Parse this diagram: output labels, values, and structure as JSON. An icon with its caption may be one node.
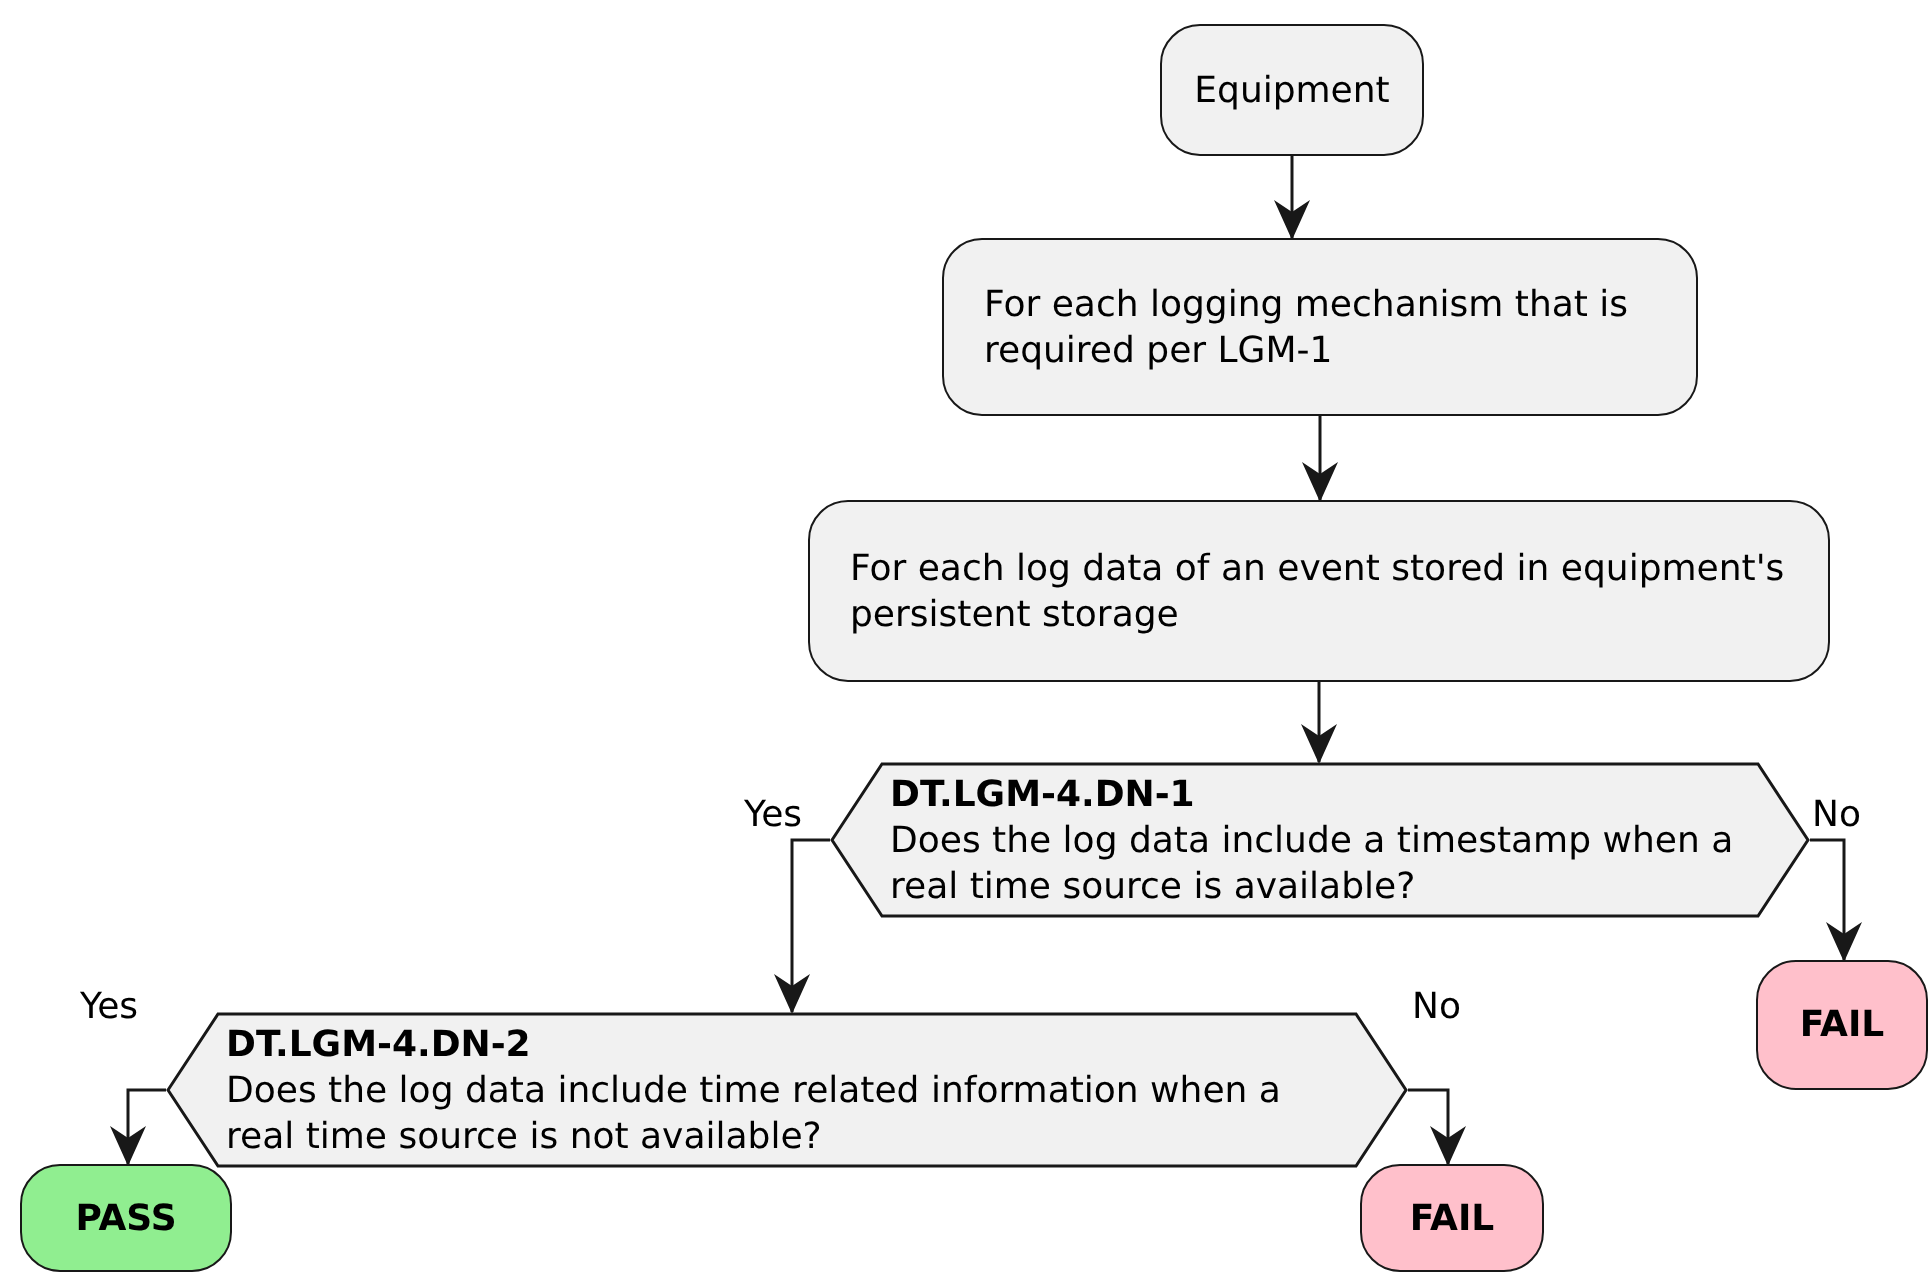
{
  "diagram": {
    "nodes": [
      {
        "text": [
          "Equipment"
        ]
      },
      {
        "text": [
          "For each logging mechanism that is required per LGM-1"
        ]
      },
      {
        "text": [
          "For each log data of an event stored in equipment's persistent storage"
        ]
      },
      {
        "text": [
          "DT.LGM-4.DN-1",
          "Does the log data include a timestamp when a real time source is available?"
        ]
      },
      {
        "text": [
          "DT.LGM-4.DN-2",
          "Does the log data include time related information when a real time source is not available?"
        ]
      },
      {
        "text": [
          "FAIL"
        ]
      },
      {
        "text": [
          "PASS"
        ]
      },
      {
        "text": [
          "FAIL"
        ]
      }
    ],
    "edges": [
      {
        "from": 0,
        "to": 1,
        "arrow": "to"
      },
      {
        "from": 1,
        "to": 2,
        "arrow": "to"
      },
      {
        "from": 2,
        "to": 3,
        "arrow": "to"
      },
      {
        "from": 3,
        "to": 4,
        "arrow": "to",
        "label": "Yes"
      },
      {
        "from": 3,
        "to": 5,
        "arrow": "to",
        "label": "No"
      },
      {
        "from": 4,
        "to": 6,
        "arrow": "to",
        "label": "Yes"
      },
      {
        "from": 4,
        "to": 7,
        "arrow": "to",
        "label": "No"
      }
    ]
  }
}
